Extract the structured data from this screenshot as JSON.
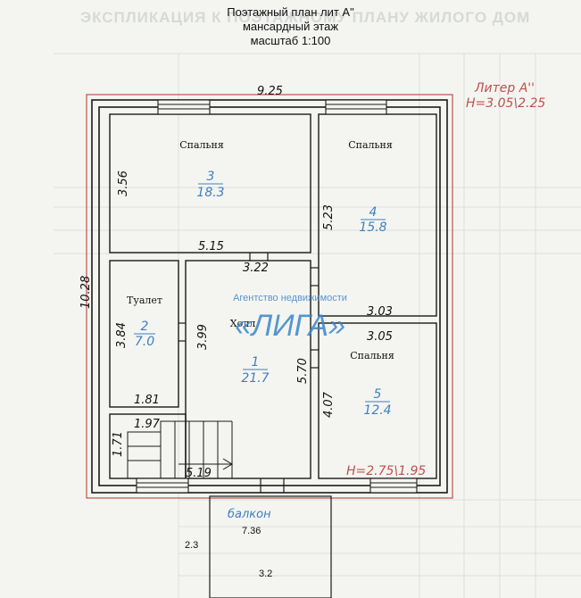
{
  "header": {
    "line1": "Поэтажный план лит А\"",
    "line2": "мансардный этаж",
    "line3": "масштаб 1:100"
  },
  "background_text": "ЭКСПЛИКАЦИЯ К ПОЭТАЖНОМУ ПЛАНУ ЖИЛОГО ДОМ",
  "litera": {
    "line1": "Литер А''",
    "line2": "H=3.05\\2.25"
  },
  "height_bottom": "H=2.75\\1.95",
  "watermark": {
    "agency": "Агентство недвижимости",
    "name": "«ЛИГА»"
  },
  "dimensions": {
    "total_width": "9.25",
    "total_height": "10.28",
    "d_356": "3.56",
    "d_515": "5.15",
    "d_322": "3.22",
    "d_523": "5.23",
    "d_303": "3.03",
    "d_305": "3.05",
    "d_384": "3.84",
    "d_399": "3.99",
    "d_570": "5.70",
    "d_181": "1.81",
    "d_197": "1.97",
    "d_407": "4.07",
    "d_171": "1.71",
    "d_519": "5.19",
    "d_736": "7.36",
    "d_23": "2.3",
    "d_32": "3.2"
  },
  "rooms": [
    {
      "name": "Спальня",
      "number": "3",
      "area": "18.3"
    },
    {
      "name": "Спальня",
      "number": "4",
      "area": "15.8"
    },
    {
      "name": "Туалет",
      "number": "2",
      "area": "7.0"
    },
    {
      "name": "Холл",
      "number": "1",
      "area": "21.7"
    },
    {
      "name": "Спальня",
      "number": "5",
      "area": "12.4"
    }
  ],
  "balcony_label": "балкон",
  "colors": {
    "wall": "#1a1a1a",
    "outline": "#c0504d",
    "area": "#3f7fbf",
    "watermark": "#3a86c8"
  }
}
